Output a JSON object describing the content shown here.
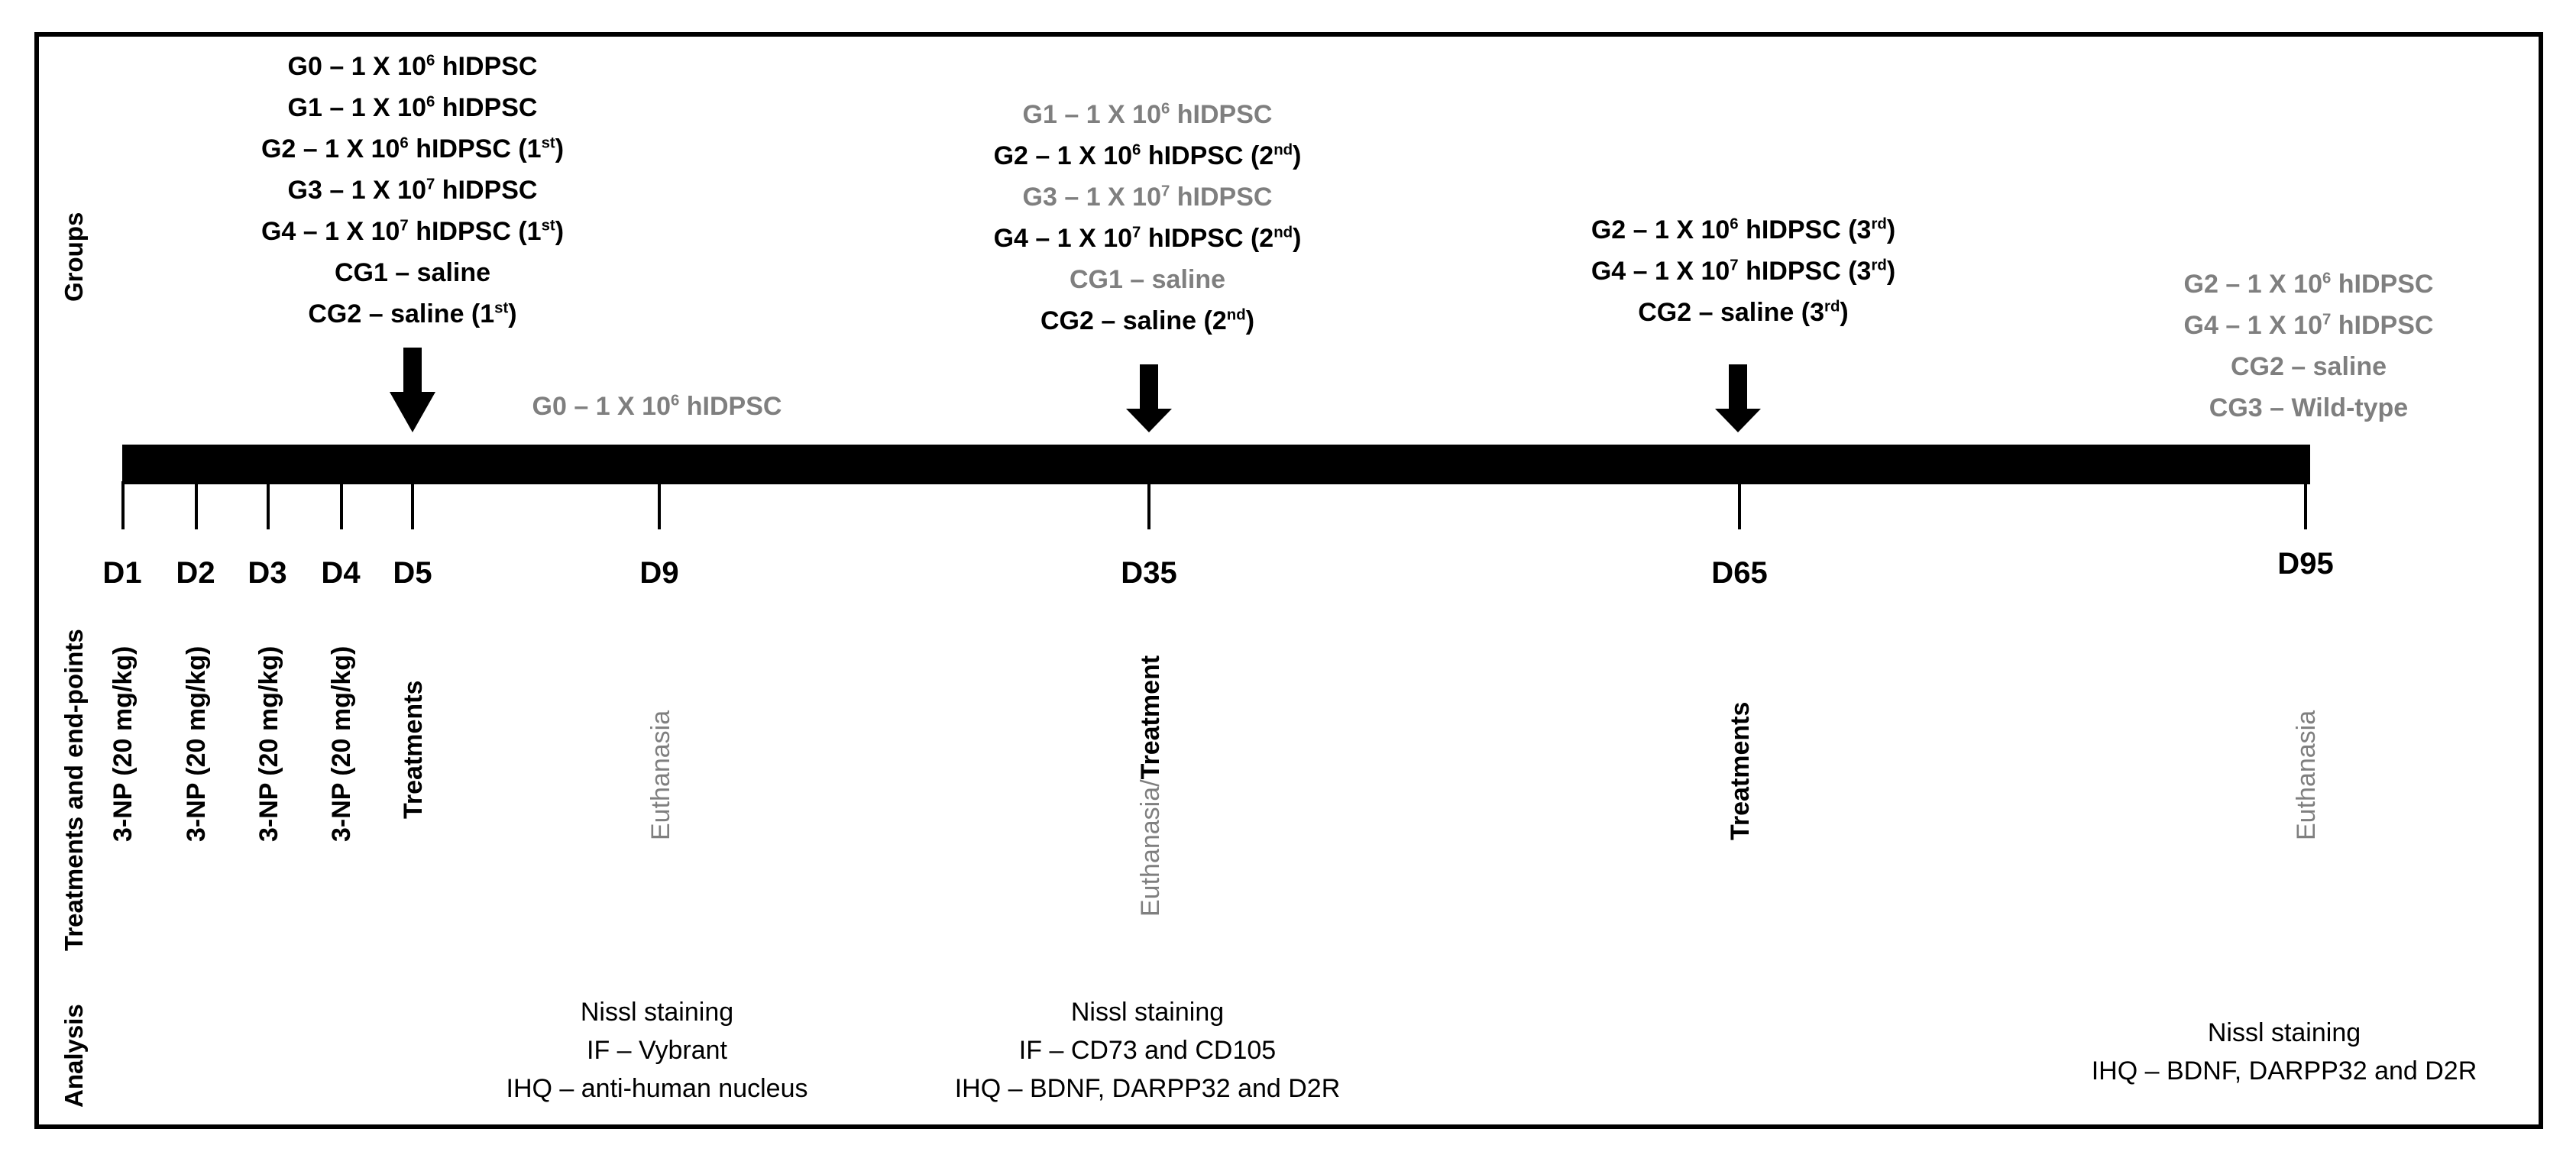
{
  "side_labels": {
    "groups": "Groups",
    "treatments": "Treatments and end-points",
    "analysis": "Analysis"
  },
  "group_blocks": [
    {
      "lines": [
        {
          "pre": "G0 – 1 X 10",
          "sup": "6",
          "post": " hIDPSC",
          "sup2": "",
          "post2": "",
          "tone": "black"
        },
        {
          "pre": "G1 – 1 X 10",
          "sup": "6",
          "post": " hIDPSC",
          "sup2": "",
          "post2": "",
          "tone": "black"
        },
        {
          "pre": "G2 – 1 X 10",
          "sup": "6",
          "post": " hIDPSC (1",
          "sup2": "st",
          "post2": ")",
          "tone": "black"
        },
        {
          "pre": "G3 – 1 X 10",
          "sup": "7",
          "post": " hIDPSC",
          "sup2": "",
          "post2": "",
          "tone": "black"
        },
        {
          "pre": "G4 – 1 X 10",
          "sup": "7",
          "post": " hIDPSC (1",
          "sup2": "st",
          "post2": ")",
          "tone": "black"
        },
        {
          "pre": "CG1 – saline",
          "sup": "",
          "post": "",
          "sup2": "",
          "post2": "",
          "tone": "black"
        },
        {
          "pre": "CG2 – saline (1",
          "sup": "st",
          "post": ")",
          "sup2": "",
          "post2": "",
          "tone": "black"
        }
      ]
    },
    {
      "lines": [
        {
          "pre": "G0 – 1 X 10",
          "sup": "6",
          "post": " hIDPSC",
          "sup2": "",
          "post2": "",
          "tone": "gray"
        }
      ]
    },
    {
      "lines": [
        {
          "pre": "G1 – 1 X 10",
          "sup": "6",
          "post": " hIDPSC",
          "sup2": "",
          "post2": "",
          "tone": "gray"
        },
        {
          "pre": "G2 – 1 X 10",
          "sup": "6",
          "post": " hIDPSC (2",
          "sup2": "nd",
          "post2": ")",
          "tone": "black"
        },
        {
          "pre": "G3 – 1 X 10",
          "sup": "7",
          "post": " hIDPSC",
          "sup2": "",
          "post2": "",
          "tone": "gray"
        },
        {
          "pre": "G4 – 1 X 10",
          "sup": "7",
          "post": " hIDPSC (2",
          "sup2": "nd",
          "post2": ")",
          "tone": "black"
        },
        {
          "pre": "CG1 – saline",
          "sup": "",
          "post": "",
          "sup2": "",
          "post2": "",
          "tone": "gray"
        },
        {
          "pre": "CG2 – saline (2",
          "sup": "nd",
          "post": ")",
          "sup2": "",
          "post2": "",
          "tone": "black"
        }
      ]
    },
    {
      "lines": [
        {
          "pre": "G2 – 1 X 10",
          "sup": "6",
          "post": " hIDPSC (3",
          "sup2": "rd",
          "post2": ")",
          "tone": "black"
        },
        {
          "pre": "G4 – 1 X 10",
          "sup": "7",
          "post": " hIDPSC (3",
          "sup2": "rd",
          "post2": ")",
          "tone": "black"
        },
        {
          "pre": "CG2 – saline (3",
          "sup": "rd",
          "post": ")",
          "sup2": "",
          "post2": "",
          "tone": "black"
        }
      ]
    },
    {
      "lines": [
        {
          "pre": "G2 – 1 X 10",
          "sup": "6",
          "post": " hIDPSC",
          "sup2": "",
          "post2": "",
          "tone": "gray"
        },
        {
          "pre": "G4 – 1 X 10",
          "sup": "7",
          "post": " hIDPSC",
          "sup2": "",
          "post2": "",
          "tone": "gray"
        },
        {
          "pre": "CG2 – saline",
          "sup": "",
          "post": "",
          "sup2": "",
          "post2": "",
          "tone": "gray"
        },
        {
          "pre": "CG3 – Wild-type",
          "sup": "",
          "post": "",
          "sup2": "",
          "post2": "",
          "tone": "gray"
        }
      ]
    }
  ],
  "days": [
    "D1",
    "D2",
    "D3",
    "D4",
    "D5",
    "D9",
    "D35",
    "D65",
    "D95"
  ],
  "treatments": [
    {
      "text": "3-NP (20 mg/kg)",
      "tone": "black"
    },
    {
      "text": "3-NP (20 mg/kg)",
      "tone": "black"
    },
    {
      "text": "3-NP (20 mg/kg)",
      "tone": "black"
    },
    {
      "text": "3-NP (20 mg/kg)",
      "tone": "black"
    },
    {
      "text": "Treatments",
      "tone": "black"
    },
    {
      "text": "Euthanasia",
      "tone": "gray"
    },
    {
      "text": "Euthanasia/Treatment",
      "tone": "split"
    },
    {
      "text": "Treatments",
      "tone": "black"
    },
    {
      "text": "Euthanasia",
      "tone": "gray"
    }
  ],
  "treatment_split": {
    "first": "Euthanasia/",
    "second": "Treatment"
  },
  "analysis": [
    [
      "Nissl staining",
      "IF – Vybrant",
      "IHQ – anti-human nucleus"
    ],
    [
      "Nissl staining",
      "IF – CD73 and CD105",
      "IHQ – BDNF, DARPP32 and D2R"
    ],
    [
      "Nissl staining",
      "IHQ – BDNF, DARPP32 and D2R"
    ]
  ],
  "colors": {
    "text": "#000000",
    "muted": "#7f7f7f",
    "timeline": "#000000"
  }
}
